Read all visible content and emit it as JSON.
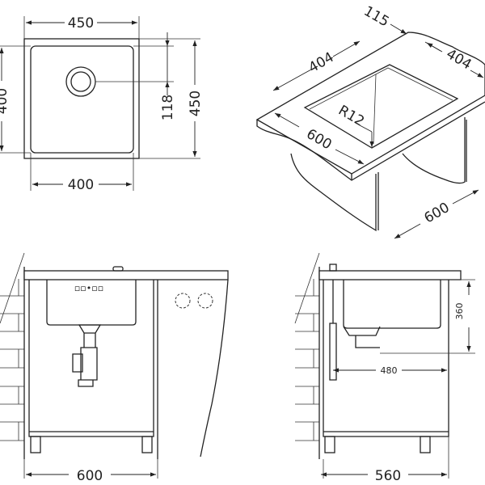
{
  "top_view": {
    "width_outer": "450",
    "height_inner": "400",
    "drain_offset": "118",
    "height_outer": "450",
    "width_inner": "400"
  },
  "iso_view": {
    "rim": "115",
    "bowl_length": "404",
    "bowl_width": "404",
    "corner_radius": "R12",
    "cabinet_width": "600",
    "cabinet_depth": "600"
  },
  "front_view": {
    "cabinet_width": "600"
  },
  "side_view": {
    "bowl_depth": "360",
    "drain_position": "480",
    "cabinet_depth": "560"
  }
}
